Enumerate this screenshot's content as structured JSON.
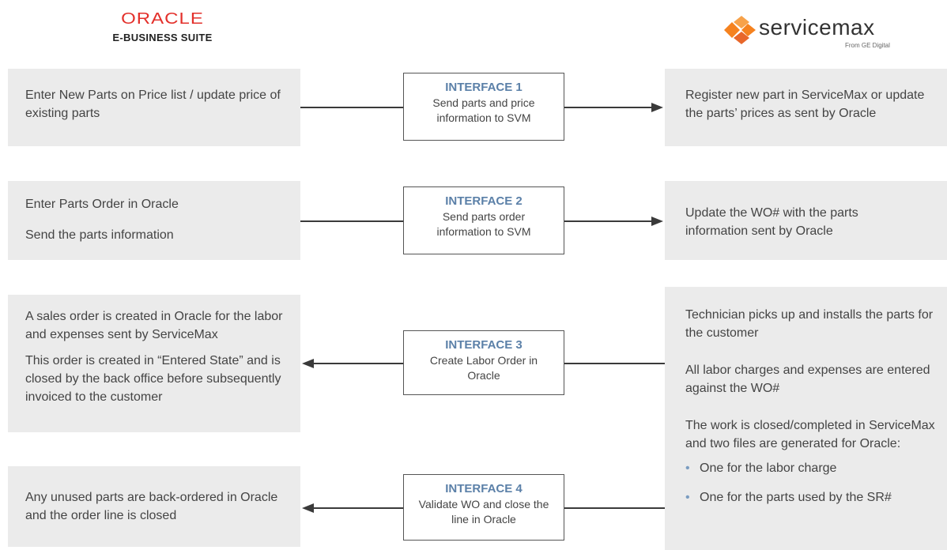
{
  "logos": {
    "oracle_word": "ORACLE",
    "oracle_sub": "E-BUSINESS SUITE",
    "svm_word": "servicemax",
    "svm_sub": "From GE Digital"
  },
  "colors": {
    "oracle_red": "#e3302b",
    "servicemax_orange": "#f5821f",
    "interface_blue": "#5b80a8",
    "box_gray": "#ebebeb",
    "bullet_blue": "#7a9cc0"
  },
  "rows": [
    {
      "left": [
        "Enter New Parts on Price list / update price of existing parts"
      ],
      "interface_title": "INTERFACE 1",
      "interface_desc": "Send parts and price information to SVM",
      "direction": "right",
      "right": [
        "Register new part in ServiceMax or update the parts’ prices as sent by Oracle"
      ]
    },
    {
      "left": [
        "Enter Parts Order in Oracle",
        "Send the parts information"
      ],
      "interface_title": "INTERFACE 2",
      "interface_desc": "Send parts order information to SVM",
      "direction": "right",
      "right": [
        "Update the WO# with the parts information sent by Oracle"
      ]
    },
    {
      "left": [
        "A sales order is created in Oracle for the labor and expenses sent by ServiceMax",
        "This order is created in “Entered State” and is closed by the back office before subsequently invoiced to the customer"
      ],
      "interface_title": "INTERFACE 3",
      "interface_desc": "Create Labor Order in Oracle",
      "direction": "left",
      "right": [
        "Technician picks up and installs the parts for the customer",
        "All labor charges and expenses are entered against the WO#",
        "The work is closed/completed in ServiceMax and two files are generated for Oracle:"
      ],
      "right_bullets": [
        "One for the labor charge",
        "One for the parts used by the SR#"
      ]
    },
    {
      "left": [
        "Any unused parts are back-ordered in Oracle and the order line is closed"
      ],
      "interface_title": "INTERFACE 4",
      "interface_desc": "Validate WO and close the line in Oracle",
      "direction": "left"
    }
  ]
}
